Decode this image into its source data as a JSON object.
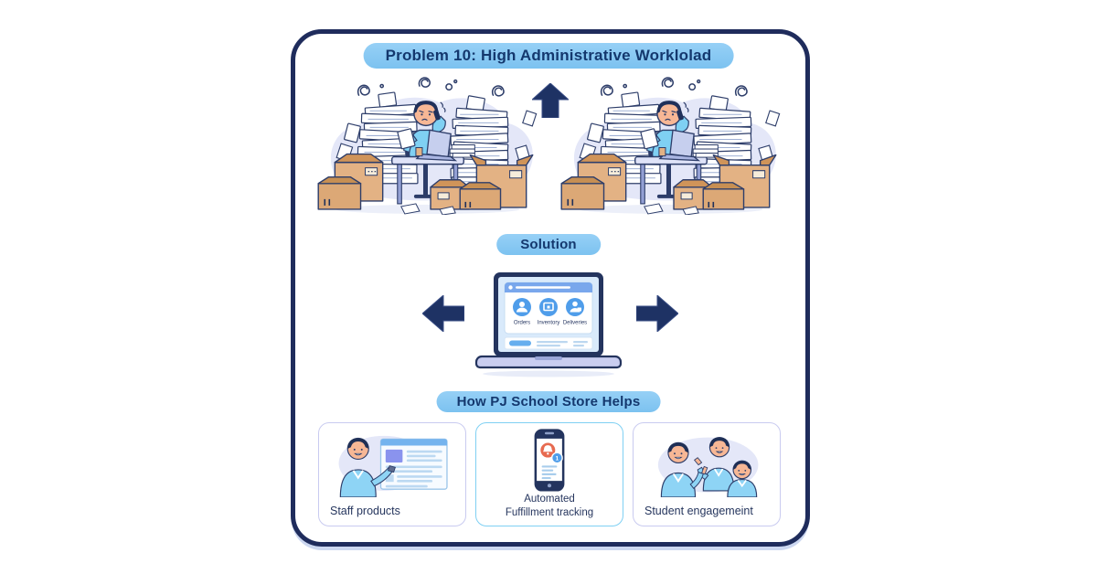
{
  "colors": {
    "card_outline": "#1f2c5c",
    "pill_background": "#87c9f3",
    "pill_text": "#14386e",
    "arrow": "#1e3264",
    "feature_card_border": "#c9cbf0",
    "feature_card_border_highlight": "#7fd0f3",
    "screen_accent": "#4f9dea",
    "notification_red": "#e76a50"
  },
  "header": {
    "title": "Problem 10: High Administrative Worklolad"
  },
  "solution": {
    "label": "Solution"
  },
  "laptop_screen": {
    "tabs": [
      "Orders",
      "Inventory",
      "Deliveries"
    ]
  },
  "helps": {
    "title": "How PJ School Store Helps"
  },
  "feature_cards": [
    {
      "label": "Staff products"
    },
    {
      "line1": "Automated",
      "line2": "Fuffillment tracking",
      "badge": "1"
    },
    {
      "label": "Student engagemeint"
    }
  ]
}
